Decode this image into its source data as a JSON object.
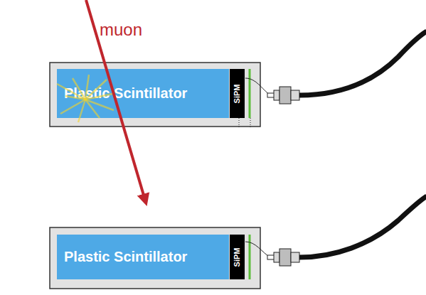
{
  "diagram": {
    "nodes": [
      {
        "text": [
          "Plastic Scintillator"
        ]
      },
      {
        "text": [
          "SiPM"
        ]
      },
      {
        "text": [
          "Plastic Scintillator"
        ]
      },
      {
        "text": [
          "SiPM"
        ]
      }
    ],
    "labels": [
      "muon"
    ]
  }
}
